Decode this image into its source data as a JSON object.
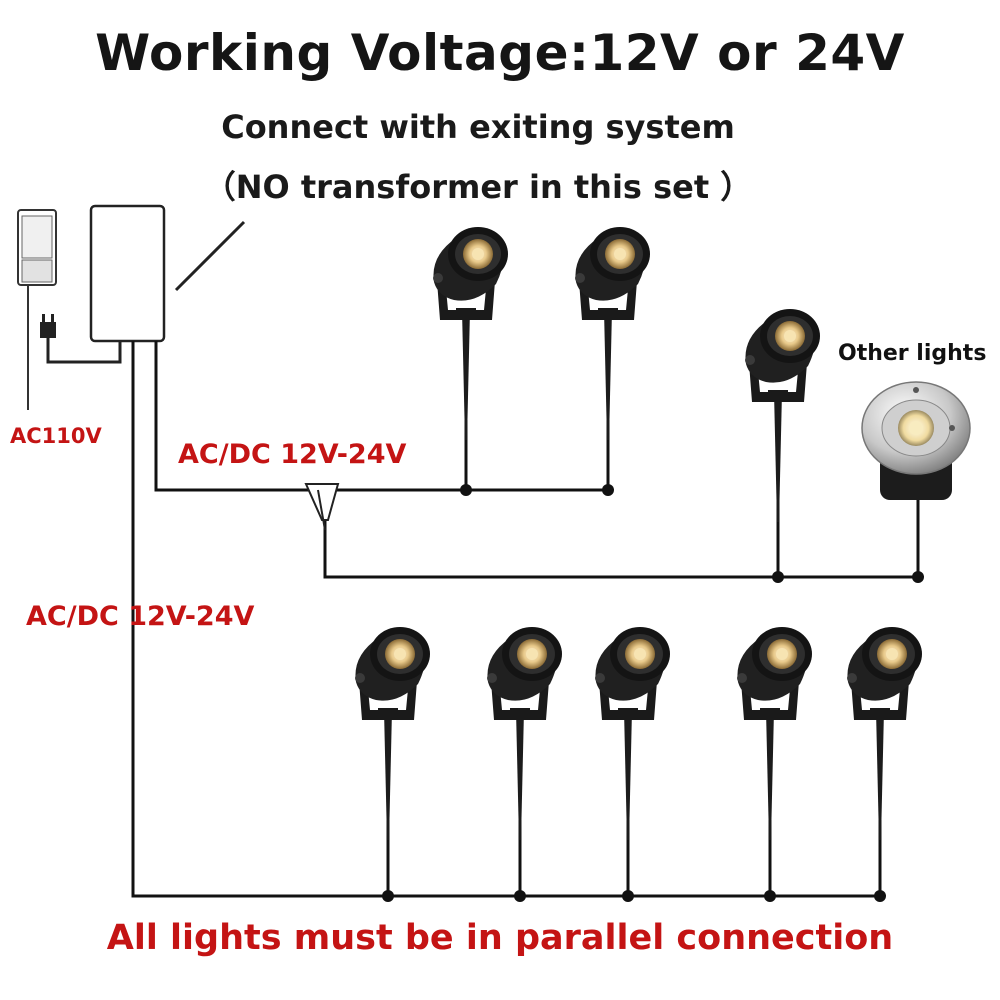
{
  "title": "Working Voltage:12V or 24V",
  "subtitle_line1": "Connect with exiting system",
  "subtitle_line2": "（NO transformer in this set ）",
  "labels": {
    "mains": "AC110V",
    "branch_upper": "AC/DC 12V-24V",
    "branch_lower": "AC/DC 12V-24V",
    "other_lights": "Other lights"
  },
  "footer": "All lights must be in parallel connection",
  "colors": {
    "label_red": "#c41414",
    "text_dark": "#151515",
    "wire": "#111111",
    "lamp_body": "#1c1c1c",
    "led_warm": "#e8c98a",
    "steel_ring": "#b8b8b8"
  },
  "components": {
    "adapter": "plug-in adapter",
    "transformer": "transformer box",
    "spotlights_upper": 3,
    "spotlights_lower": 5,
    "inground_lights": 1
  }
}
